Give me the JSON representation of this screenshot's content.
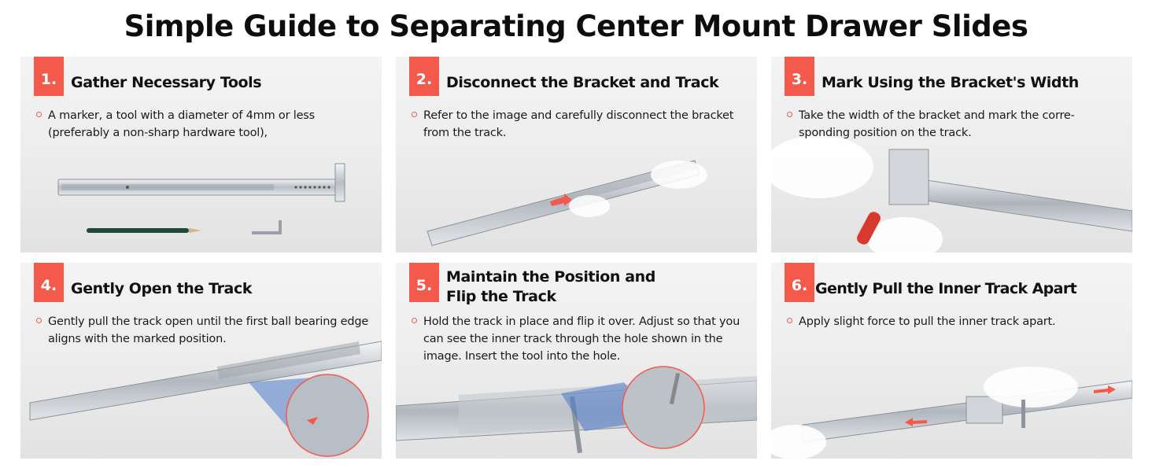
{
  "title": "Simple Guide to Separating Center Mount Drawer Slides",
  "steps": [
    {
      "number": "1.",
      "title": "Gather Necessary Tools",
      "text": "A marker, a tool with a diameter of 4mm or less (preferably a non-sharp hardware tool),"
    },
    {
      "number": "2.",
      "title": "Disconnect the Bracket and Track",
      "text": "Refer to the image and carefully disconnect the bracket from the track."
    },
    {
      "number": "3.",
      "title": "Mark Using the Bracket's Width",
      "text": "Take the width of the bracket and mark the corre-sponding position on the track."
    },
    {
      "number": "4.",
      "title": "Gently Open the Track",
      "text": "Gently pull the track open until the first ball bearing edge aligns with the marked position."
    },
    {
      "number": "5.",
      "title": "Maintain the Position and Flip the Track",
      "text": "Hold the track in place and flip it over. Adjust so that you can see the inner track through the hole shown in the image. Insert the tool into the hole."
    },
    {
      "number": "6.",
      "title": "Gently Pull the Inner Track Apart",
      "text": "Apply slight force to pull the inner track apart."
    }
  ],
  "colors": {
    "accent": "#f35a4c",
    "panel": "#ececec",
    "metal": "#c9cdd2"
  }
}
